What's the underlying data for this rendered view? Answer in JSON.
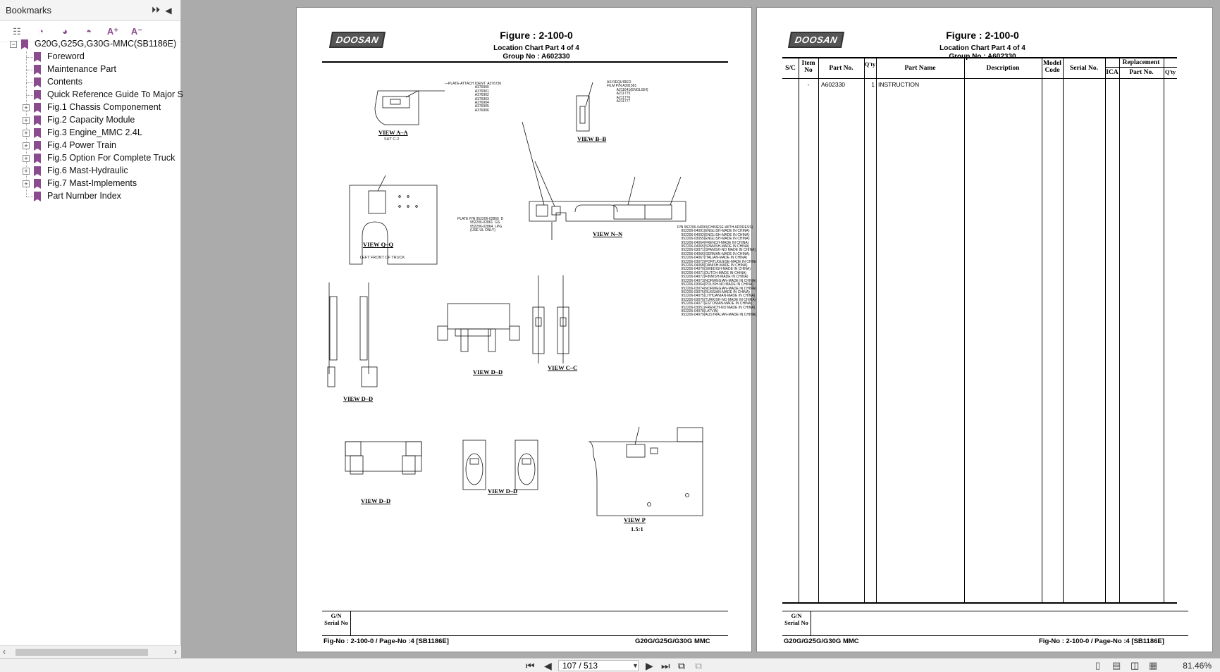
{
  "sidebar": {
    "title": "Bookmarks",
    "items": [
      {
        "label": "G20G,G25G,G30G-MMC(SB1186E)",
        "expander": "−",
        "level": 0
      },
      {
        "label": "Foreword",
        "expander": "",
        "level": 1
      },
      {
        "label": "Maintenance Part",
        "expander": "",
        "level": 1
      },
      {
        "label": "Contents",
        "expander": "",
        "level": 1
      },
      {
        "label": "Quick Reference Guide To Major S",
        "expander": "",
        "level": 1
      },
      {
        "label": "Fig.1 Chassis Componement",
        "expander": "+",
        "level": 1
      },
      {
        "label": "Fig.2 Capacity Module",
        "expander": "+",
        "level": 1
      },
      {
        "label": "Fig.3 Engine_MMC 2.4L",
        "expander": "+",
        "level": 1
      },
      {
        "label": "Fig.4 Power Train",
        "expander": "+",
        "level": 1
      },
      {
        "label": "Fig.5 Option For Complete Truck",
        "expander": "+",
        "level": 1
      },
      {
        "label": "Fig.6 Mast-Hydraulic",
        "expander": "+",
        "level": 1
      },
      {
        "label": "Fig.7 Mast-Implements",
        "expander": "+",
        "level": 1
      },
      {
        "label": "Part Number Index",
        "expander": "",
        "level": 1
      }
    ],
    "toolbar": {
      "expand_glyph": "A⁺",
      "shrink_glyph": "A⁻"
    }
  },
  "left_page": {
    "logo": "DOOSAN",
    "title": "Figure : 2-100-0",
    "subtitle": "Location Chart Part 4 of 4",
    "group": "Group No :  A602330",
    "views": {
      "a": "VIEW  A–A",
      "b": "VIEW  B–B",
      "qq": "VIEW  Q–Q",
      "nn": "VIEW  N–N",
      "dd1": "VIEW  D–D",
      "cc": "VIEW  C–C",
      "dd2": "VIEW  D–D",
      "dd3": "VIEW  D–D",
      "dd4": "VIEW  D–D",
      "p": "VIEW  P",
      "p_scale": "1.5:1"
    },
    "footer_gn": "G/N\nSerial No",
    "footer_left": "Fig-No : 2-100-0 / Page-No :4 [SB1186E]",
    "footer_right": "G20G/G25G/G30G MMC"
  },
  "right_page": {
    "logo": "DOOSAN",
    "title": "Figure : 2-100-0",
    "subtitle": "Location Chart Part 4 of 4",
    "group": "Group No :  A602330",
    "headers": {
      "sc": "S/C",
      "item": "Item\nNo",
      "part_no": "Part No.",
      "qty": "Q'ty",
      "part_name": "Part Name",
      "description": "Description",
      "model": "Model\nCode",
      "serial": "Serial No.",
      "replacement": "Replacement",
      "ica": "ICA",
      "rep_part": "Part No.",
      "rep_qty": "Q'ty"
    },
    "rows": [
      {
        "item": "-",
        "part_no": "A602330",
        "qty": "1",
        "part_name": "INSTRUCTION"
      }
    ],
    "footer_gn": "G/N\nSerial No",
    "footer_left": "G20G/G25G/G30G MMC",
    "footer_right": "Fig-No : 2-100-0 / Page-No :4 [SB1186E]"
  },
  "statusbar": {
    "page_value": "107 / 513",
    "zoom": "81.46%"
  }
}
